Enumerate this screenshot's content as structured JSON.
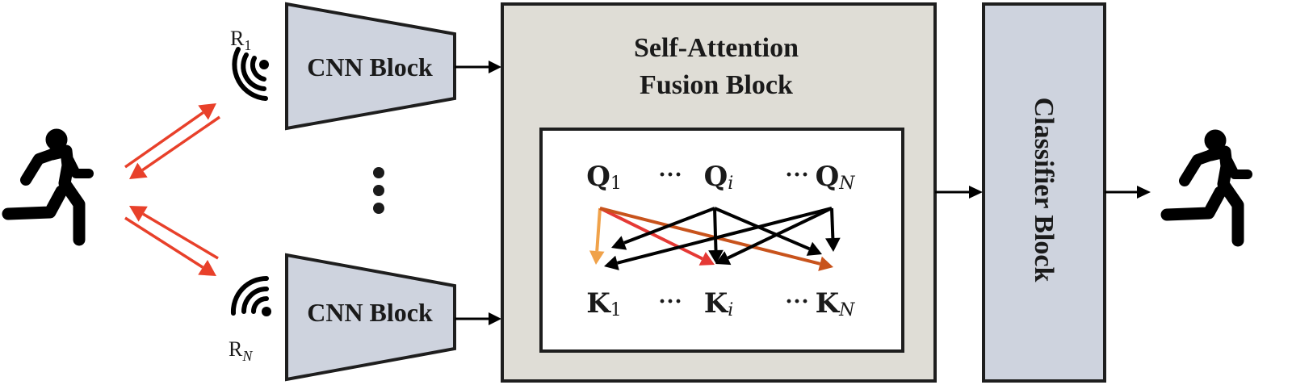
{
  "title": "Multi-radar self-attention fusion HAR architecture",
  "colors": {
    "cnn_fill": "#ced3de",
    "fusion_fill": "#dfddd6",
    "classifier_fill": "#ced3de",
    "inner_fill": "#ffffff",
    "border": "#1e1e1e",
    "signal_arrow": "#e8402a",
    "q1_k1_arrow": "#f0a24a",
    "q1_ki_arrow": "#e53935",
    "q1_kn_arrow": "#c8531c",
    "other_arrows": "#000000"
  },
  "input": {
    "icon": "running-person-icon"
  },
  "radars": [
    {
      "id": "R1",
      "label_main": "R",
      "label_sub": "1",
      "icon": "radar-signal-icon"
    },
    {
      "id": "RN",
      "label_main": "R",
      "label_sub": "N",
      "icon": "radar-signal-icon"
    }
  ],
  "ellipsis": "vertical-ellipsis",
  "cnn_blocks": [
    {
      "label": "CNN Block"
    },
    {
      "label": "CNN Block"
    }
  ],
  "fusion_block": {
    "title_line1": "Self-Attention",
    "title_line2": "Fusion Block",
    "queries": [
      {
        "main": "Q",
        "sub": "1"
      },
      {
        "main": "Q",
        "sub": "i"
      },
      {
        "main": "Q",
        "sub": "N"
      }
    ],
    "keys": [
      {
        "main": "K",
        "sub": "1"
      },
      {
        "main": "K",
        "sub": "i"
      },
      {
        "main": "K",
        "sub": "N"
      }
    ],
    "dots": "···",
    "edges": [
      {
        "from": 0,
        "to": 0,
        "color_key": "q1_k1_arrow"
      },
      {
        "from": 0,
        "to": 1,
        "color_key": "q1_ki_arrow"
      },
      {
        "from": 0,
        "to": 2,
        "color_key": "q1_kn_arrow"
      },
      {
        "from": 1,
        "to": 0,
        "color_key": "other_arrows"
      },
      {
        "from": 1,
        "to": 1,
        "color_key": "other_arrows"
      },
      {
        "from": 1,
        "to": 2,
        "color_key": "other_arrows"
      },
      {
        "from": 2,
        "to": 0,
        "color_key": "other_arrows"
      },
      {
        "from": 2,
        "to": 1,
        "color_key": "other_arrows"
      },
      {
        "from": 2,
        "to": 2,
        "color_key": "other_arrows"
      }
    ]
  },
  "classifier_block": {
    "label": "Classifier Block"
  },
  "output": {
    "icon": "running-person-icon"
  }
}
